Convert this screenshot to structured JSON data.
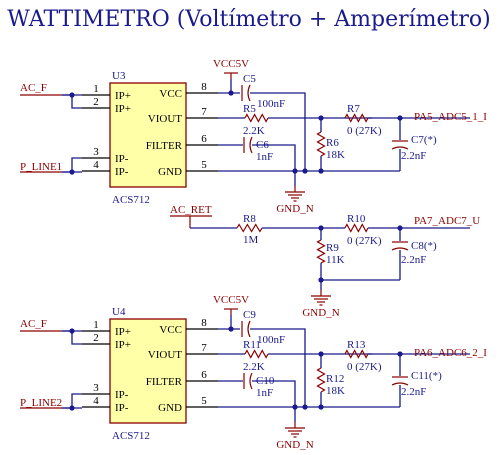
{
  "title": "WATTIMETRO (Voltímetro + Amperímetro)",
  "ic_blocks": [
    {
      "ref": "U3",
      "part": "ACS712",
      "pins_left": [
        {
          "num": "1",
          "name": "IP+"
        },
        {
          "num": "2",
          "name": "IP+"
        },
        {
          "num": "3",
          "name": "IP-"
        },
        {
          "num": "4",
          "name": "IP-"
        }
      ],
      "pins_right": [
        {
          "num": "8",
          "name": "VCC"
        },
        {
          "num": "7",
          "name": "VIOUT"
        },
        {
          "num": "6",
          "name": "FILTER"
        },
        {
          "num": "5",
          "name": "GND"
        }
      ],
      "net_in": "AC_F",
      "net_ret": "P_LINE1",
      "vcc": "VCC5V",
      "gnd": "GND_N",
      "cap_vcc": {
        "ref": "C5",
        "value": "100nF"
      },
      "r_div": {
        "ref": "R5",
        "value": "2.2K"
      },
      "cap_filter": {
        "ref": "C6",
        "value": "1nF"
      },
      "r_gnd": {
        "ref": "R6",
        "value": "18K"
      },
      "r_series": {
        "ref": "R7",
        "value": "0 (27K)"
      },
      "cap_out": {
        "ref": "C7(*)",
        "value": "2.2nF"
      },
      "output": "PA5_ADC5_1_I"
    },
    {
      "ref": "U4",
      "part": "ACS712",
      "pins_left": [
        {
          "num": "1",
          "name": "IP+"
        },
        {
          "num": "2",
          "name": "IP+"
        },
        {
          "num": "3",
          "name": "IP-"
        },
        {
          "num": "4",
          "name": "IP-"
        }
      ],
      "pins_right": [
        {
          "num": "8",
          "name": "VCC"
        },
        {
          "num": "7",
          "name": "VIOUT"
        },
        {
          "num": "6",
          "name": "FILTER"
        },
        {
          "num": "5",
          "name": "GND"
        }
      ],
      "net_in": "AC_F",
      "net_ret": "P_LINE2",
      "vcc": "VCC5V",
      "gnd": "GND_N",
      "cap_vcc": {
        "ref": "C9",
        "value": "100nF"
      },
      "r_div": {
        "ref": "R11",
        "value": "2.2K"
      },
      "cap_filter": {
        "ref": "C10",
        "value": "1nF"
      },
      "r_gnd": {
        "ref": "R12",
        "value": "18K"
      },
      "r_series": {
        "ref": "R13",
        "value": "0 (27K)"
      },
      "cap_out": {
        "ref": "C11(*)",
        "value": "2.2nF"
      },
      "output": "PA6_ADC6_2_I"
    }
  ],
  "voltage_stage": {
    "net_in": "AC_RET",
    "r_in": {
      "ref": "R8",
      "value": "1M"
    },
    "r_gnd": {
      "ref": "R9",
      "value": "11K"
    },
    "r_series": {
      "ref": "R10",
      "value": "0 (27K)"
    },
    "cap_out": {
      "ref": "C8(*)",
      "value": "2.2nF"
    },
    "gnd": "GND_N",
    "output": "PA7_ADC7_U"
  }
}
